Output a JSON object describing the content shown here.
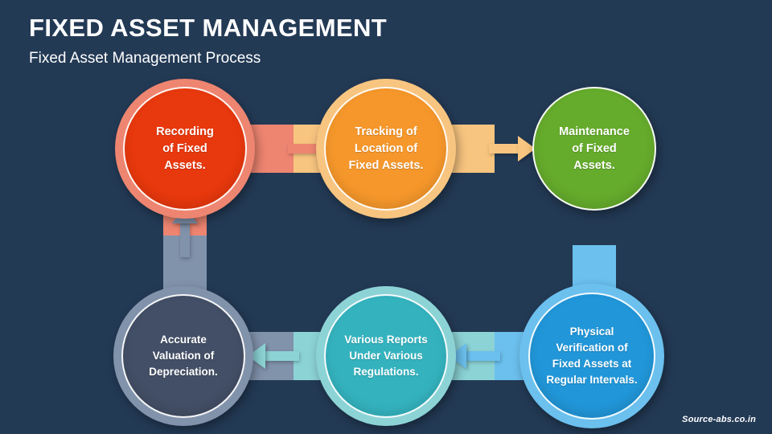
{
  "header": {
    "title": "FIXED ASSET MANAGEMENT",
    "subtitle": "Fixed Asset Management Process"
  },
  "footer": {
    "source": "Source-abs.co.in"
  },
  "colors": {
    "background": "#233A55",
    "red_fill": "#E8380D",
    "red_ring": "#EE8571",
    "orange_fill": "#F5972B",
    "orange_ring": "#F8C580",
    "green_fill": "#65AB2C",
    "green_ring": "#9ED濃"
  },
  "diagram": {
    "type": "process-cycle",
    "steps": [
      {
        "index": 1,
        "label": "Recording\nof Fixed\nAssets.",
        "lines": [
          "Recording",
          "of Fixed",
          "Assets."
        ],
        "fill": "#E8380D",
        "ring": "#EE8571"
      },
      {
        "index": 2,
        "label": "Tracking of\nLocation of\nFixed Assets.",
        "lines": [
          "Tracking of",
          "Location of",
          "Fixed Assets."
        ],
        "fill": "#F5972B",
        "ring": "#F8C580"
      },
      {
        "index": 3,
        "label": "Maintenance\nof Fixed\nAssets.",
        "lines": [
          "Maintenance",
          "of Fixed",
          "Assets."
        ],
        "fill": "#65AB2C",
        "ring": "#9ED濃"
      },
      {
        "index": 4,
        "label": "Physical\nVerification of\nFixed Assets at\nRegular Intervals.",
        "lines": [
          "Physical",
          "Verification of",
          "Fixed Assets at",
          "Regular Intervals."
        ],
        "fill": "#2196D8",
        "ring": "#6BC0EE"
      },
      {
        "index": 5,
        "label": "Various Reports\nUnder Various\nRegulations.",
        "lines": [
          "Various Reports",
          "Under Various",
          "Regulations."
        ],
        "fill": "#34B3BF",
        "ring": "#8CD3D6"
      },
      {
        "index": 6,
        "label": "Accurate\nValuation of\nDepreciation.",
        "lines": [
          "Accurate",
          "Valuation of",
          "Depreciation."
        ],
        "fill": "#434F66",
        "ring": "#8192AB"
      }
    ],
    "connectors": [
      {
        "from": 1,
        "to": 2,
        "direction": "right",
        "left_color": "#EE8571",
        "right_color": "#F8C580",
        "arrow_color": "#EE8571"
      },
      {
        "from": 2,
        "to": 3,
        "direction": "right",
        "left_color": "#F8C580",
        "right_color": "#9ED濃",
        "arrow_color": "#F8C580"
      },
      {
        "from": 3,
        "to": 4,
        "direction": "down",
        "left_color": "#9ED濃",
        "right_color": "#6BC0EE",
        "arrow_color": "#9ED濃"
      },
      {
        "from": 4,
        "to": 5,
        "direction": "left",
        "left_color": "#8CD3D6",
        "right_color": "#6BC0EE",
        "arrow_color": "#6BC0EE"
      },
      {
        "from": 5,
        "to": 6,
        "direction": "left",
        "left_color": "#8192AB",
        "right_color": "#8CD3D6",
        "arrow_color": "#8CD3D6"
      },
      {
        "from": 6,
        "to": 1,
        "direction": "up",
        "left_color": "#EE8571",
        "right_color": "#8192AB",
        "arrow_color": "#8192AB"
      }
    ]
  }
}
